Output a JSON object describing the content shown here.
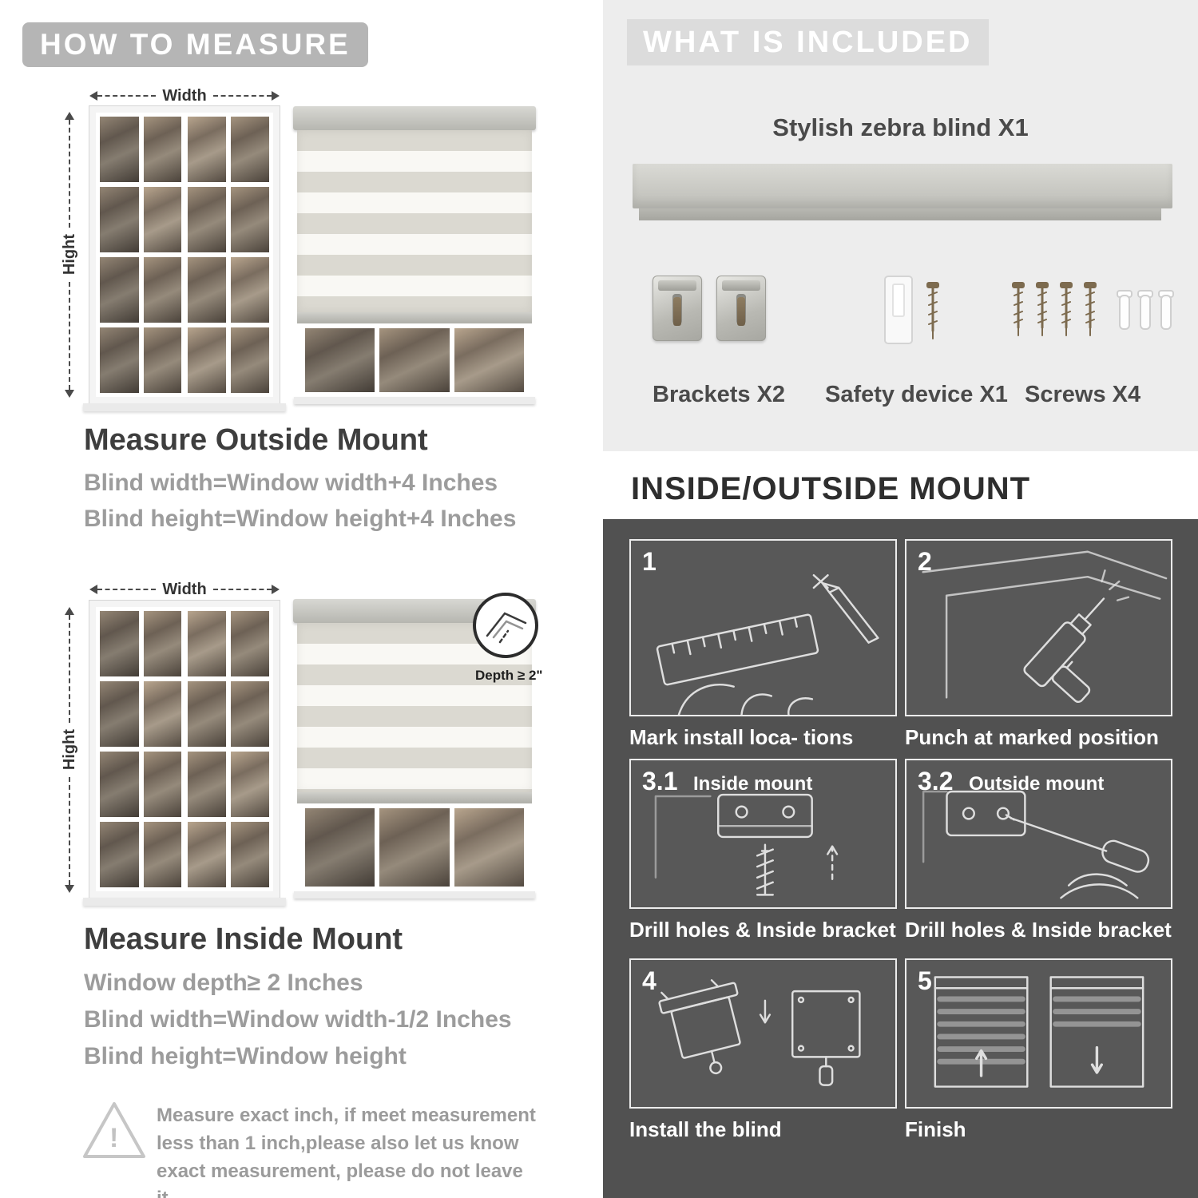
{
  "colors": {
    "header_gray": "#b5b5b5",
    "light_panel": "#ededed",
    "dark_panel": "#515151",
    "gray_text": "#9c9c9c"
  },
  "left": {
    "header": "HOW TO MEASURE",
    "width_label": "Width",
    "height_label": "Hight",
    "outside": {
      "heading": "Measure Outside Mount",
      "line1": "Blind width=Window width+4 Inches",
      "line2": "Blind height=Window height+4 Inches"
    },
    "inside": {
      "depth_note": "Depth ≥ 2\"",
      "heading": "Measure Inside Mount",
      "line1": "Window depth≥ 2 Inches",
      "line2": "Blind width=Window width-1/2 Inches",
      "line3": "Blind height=Window height"
    },
    "warning": {
      "icon": "!",
      "text": "Measure exact inch, if meet measurement less than 1 inch,please also let us know exact measurement, please do not leave it"
    }
  },
  "right": {
    "included": {
      "header": "WHAT IS INCLUDED",
      "product": "Stylish zebra blind X1",
      "items": [
        {
          "label": "Brackets X2"
        },
        {
          "label": "Safety device X1"
        },
        {
          "label": "Screws X4"
        }
      ]
    },
    "mount": {
      "header": "INSIDE/OUTSIDE MOUNT",
      "steps": [
        {
          "num": "1",
          "caption": "Mark install loca- tions"
        },
        {
          "num": "2",
          "caption": "Punch at  marked position"
        },
        {
          "num": "3.1",
          "title": "Inside mount",
          "caption": "Drill holes &  Inside bracket"
        },
        {
          "num": "3.2",
          "title": "Outside mount",
          "caption": "Drill holes &  Inside bracket"
        },
        {
          "num": "4",
          "caption": "Install the blind"
        },
        {
          "num": "5",
          "caption": "Finish"
        }
      ]
    }
  }
}
